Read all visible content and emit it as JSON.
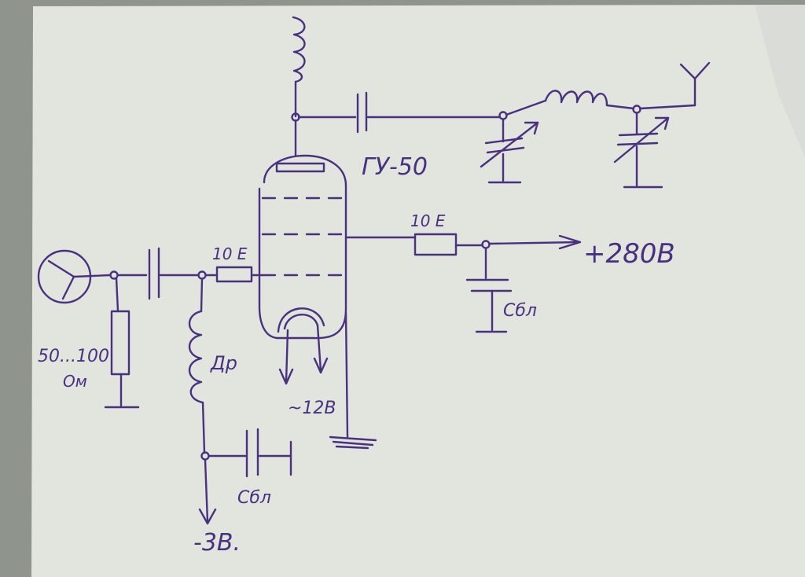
{
  "diagram": {
    "tube_label": "ГУ-50",
    "grid_resistor_label": "10 Е",
    "screen_resistor_label": "10 Е",
    "supply_voltage": "+280В",
    "bypass_cap_screen_label": "Сбл",
    "bypass_cap_bias_label": "Сбл",
    "choke_label": "Др",
    "input_resistor_value": "50...100",
    "input_resistor_unit": "Ом",
    "heater_label": "~12В",
    "bias_label": "-3В.",
    "components": [
      "input-connector",
      "input-resistor",
      "coupling-capacitor",
      "grid-resistor",
      "grid-choke",
      "bias-bypass-capacitor",
      "vacuum-tube",
      "anode-choke",
      "output-coupling-capacitor",
      "tuning-capacitor-1",
      "output-coil",
      "tuning-capacitor-2",
      "antenna",
      "screen-resistor",
      "screen-bypass-capacitor",
      "ground"
    ]
  },
  "colors": {
    "ink": "#4a3180",
    "paper": "#e3e5df",
    "background": "#8f948c"
  }
}
